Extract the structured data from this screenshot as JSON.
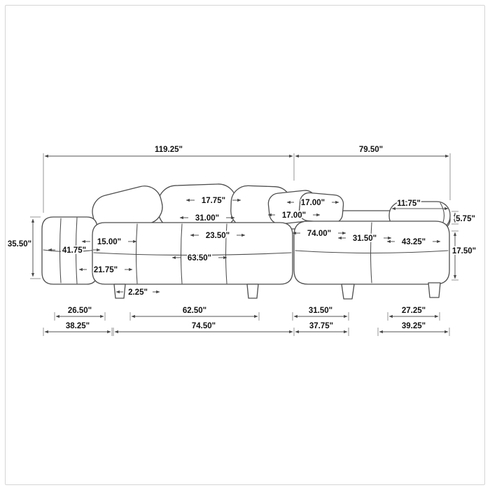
{
  "meta": {
    "title": "Sectional sofa with chaise - dimension diagram",
    "unit": "inches"
  },
  "colors": {
    "background": "#ffffff",
    "line_art": "#4d4d4d",
    "dimension_lines": "#555555",
    "label_text": "#111111",
    "frame_border": "#d6d6d6"
  },
  "dims": {
    "span_left": "119.25\"",
    "span_right": "79.50\"",
    "overall_height": "35.50\"",
    "back_pillow_width": "17.75\"",
    "back_width": "31.00\"",
    "seat_depth": "23.50\"",
    "seat_width": "63.50\"",
    "arm_height_inner": "15.00\"",
    "arm_height": "41.75\"",
    "seat_height": "21.75\"",
    "leg_inset": "2.25\"",
    "arm_base_width": "26.50\"",
    "left_base_width": "38.25\"",
    "leg_span_left": "62.50\"",
    "left_section_width": "74.50\"",
    "lumbar_pillow_a": "17.00\"",
    "lumbar_pillow_b": "17.00\"",
    "chaise_length": "74.00\"",
    "chaise_width_top": "31.50\"",
    "chaise_cushion_width": "43.25\"",
    "bolster_length": "11.75\"",
    "back_rail_height": "5.75\"",
    "seat_to_floor": "17.50\"",
    "chaise_leg_span": "31.50\"",
    "chaise_base_width": "37.75\"",
    "chaise_front_width": "27.25\"",
    "right_base_width": "39.25\""
  }
}
